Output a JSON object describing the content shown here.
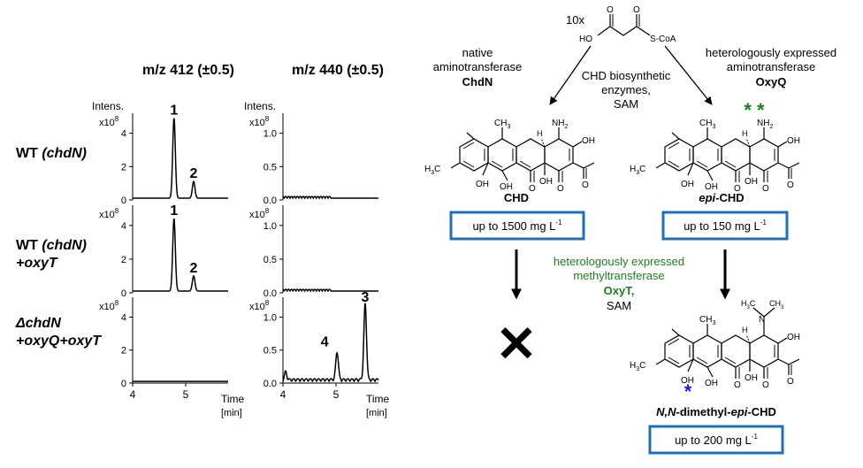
{
  "chromatograms": {
    "col1_header": "m/z 412 (±0.5)",
    "col2_header": "m/z 440 (±0.5)",
    "intens_label": "Intens.",
    "scale_label": "x10",
    "scale_exp": "8",
    "xaxis_label": "Time",
    "xaxis_unit": "[min]",
    "strains": [
      {
        "line1": "WT ",
        "line1_italic": "(chdN)",
        "line2": ""
      },
      {
        "line1": "WT ",
        "line1_italic": "(chdN)",
        "line2": "+oxyT"
      },
      {
        "line1": "ΔchdN",
        "line1_italic": "",
        "line2": "+oxyQ+oxyT"
      }
    ]
  },
  "chart_data": [
    {
      "type": "line",
      "title": "m/z 412 (±0.5)",
      "row": "WT (chdN)",
      "ylabel": "Intens.",
      "xlabel": "Time [min]",
      "ylim": [
        0,
        5.2
      ],
      "xlim": [
        4,
        5.8
      ],
      "yticks": [
        "0",
        "2",
        "4"
      ],
      "xticks": [
        "4",
        "5"
      ],
      "peaks": [
        {
          "label": "1",
          "x": 4.78,
          "y": 4.8
        },
        {
          "label": "2",
          "x": 5.15,
          "y": 1.0
        }
      ]
    },
    {
      "type": "line",
      "title": "m/z 440 (±0.5)",
      "row": "WT (chdN)",
      "ylabel": "Intens.",
      "xlabel": "Time [min]",
      "ylim": [
        0,
        1.3
      ],
      "xlim": [
        4,
        5.8
      ],
      "yticks": [
        "0.0",
        "0.5",
        "1.0"
      ],
      "xticks": [
        "4",
        "5"
      ],
      "peaks": []
    },
    {
      "type": "line",
      "title": "m/z 412 (±0.5)",
      "row": "WT (chdN) +oxyT",
      "ylabel": "Intens.",
      "xlabel": "Time [min]",
      "ylim": [
        0,
        5.2
      ],
      "xlim": [
        4,
        5.8
      ],
      "yticks": [
        "0",
        "2",
        "4"
      ],
      "xticks": [
        "4",
        "5"
      ],
      "peaks": [
        {
          "label": "1",
          "x": 4.78,
          "y": 4.3
        },
        {
          "label": "2",
          "x": 5.15,
          "y": 0.9
        }
      ]
    },
    {
      "type": "line",
      "title": "m/z 440 (±0.5)",
      "row": "WT (chdN) +oxyT",
      "ylabel": "Intens.",
      "xlabel": "Time [min]",
      "ylim": [
        0,
        1.3
      ],
      "xlim": [
        4,
        5.8
      ],
      "yticks": [
        "0.0",
        "0.5",
        "1.0"
      ],
      "xticks": [
        "4",
        "5"
      ],
      "peaks": []
    },
    {
      "type": "line",
      "title": "m/z 412 (±0.5)",
      "row": "ΔchdN +oxyQ+oxyT",
      "ylabel": "Intens.",
      "xlabel": "Time [min]",
      "ylim": [
        0,
        5.2
      ],
      "xlim": [
        4,
        5.8
      ],
      "yticks": [
        "0",
        "2",
        "4"
      ],
      "xticks": [
        "4",
        "5"
      ],
      "peaks": []
    },
    {
      "type": "line",
      "title": "m/z 440 (±0.5)",
      "row": "ΔchdN +oxyQ+oxyT",
      "ylabel": "Intens.",
      "xlabel": "Time [min]",
      "ylim": [
        0,
        1.3
      ],
      "xlim": [
        4,
        5.8
      ],
      "yticks": [
        "0.0",
        "0.5",
        "1.0"
      ],
      "xticks": [
        "4",
        "5"
      ],
      "peaks": [
        {
          "label": "4",
          "x": 5.02,
          "y": 0.42
        },
        {
          "label": "3",
          "x": 5.55,
          "y": 1.15
        }
      ]
    }
  ],
  "scheme": {
    "precursor_count": "10x",
    "precursor_ho": "HO",
    "precursor_o1": "O",
    "precursor_o2": "O",
    "precursor_scoa": "S-CoA",
    "left_enzyme_line1": "native",
    "left_enzyme_line2": "aminotransferase",
    "left_enzyme_name": "ChdN",
    "middle_line1": "CHD biosynthetic",
    "middle_line2": "enzymes,",
    "middle_line3": "SAM",
    "right_enzyme_line1": "heterologously expressed",
    "right_enzyme_line2": "aminotransferase",
    "right_enzyme_name": "OxyQ",
    "green_asterisks": "* *",
    "blue_asterisk": "*",
    "chd_name": "CHD",
    "chd_yield": "up to 1500 mg L",
    "epi_prefix": "epi",
    "epi_suffix": "-CHD",
    "epi_yield": "up to 150 mg L",
    "methyl_line1": "heterologously expressed",
    "methyl_line2": "methyltransferase",
    "methyl_name": "OxyT,",
    "methyl_sam": "SAM",
    "nn_prefix": "N,N",
    "nn_mid": "-dimethyl-",
    "nn_epi": "epi",
    "nn_suffix": "-CHD",
    "nn_yield": "up to 200 mg L",
    "yield_exp": "-1",
    "atoms": {
      "ch3": "CH",
      "three": "3",
      "nh2": "NH",
      "two": "2",
      "oh": "OH",
      "h3c": "H",
      "c": "C",
      "o": "O",
      "h": "H",
      "n": "N"
    },
    "cross": "✕"
  },
  "colors": {
    "green": "#1e7d1e",
    "blue": "#1f6fb2",
    "box": "#1f6fb2",
    "asterisk_blue": "#1a1adf"
  }
}
